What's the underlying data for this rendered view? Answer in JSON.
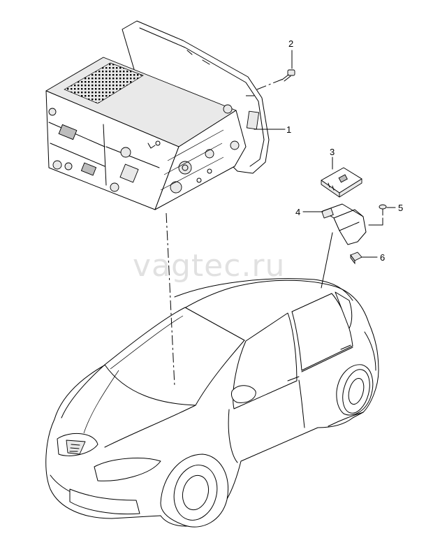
{
  "diagram": {
    "watermark": "vagtec.ru",
    "callouts": [
      {
        "id": "1",
        "label": "1"
      },
      {
        "id": "2",
        "label": "2"
      },
      {
        "id": "3",
        "label": "3"
      },
      {
        "id": "4",
        "label": "4"
      },
      {
        "id": "5",
        "label": "5"
      },
      {
        "id": "6",
        "label": "6"
      }
    ]
  }
}
